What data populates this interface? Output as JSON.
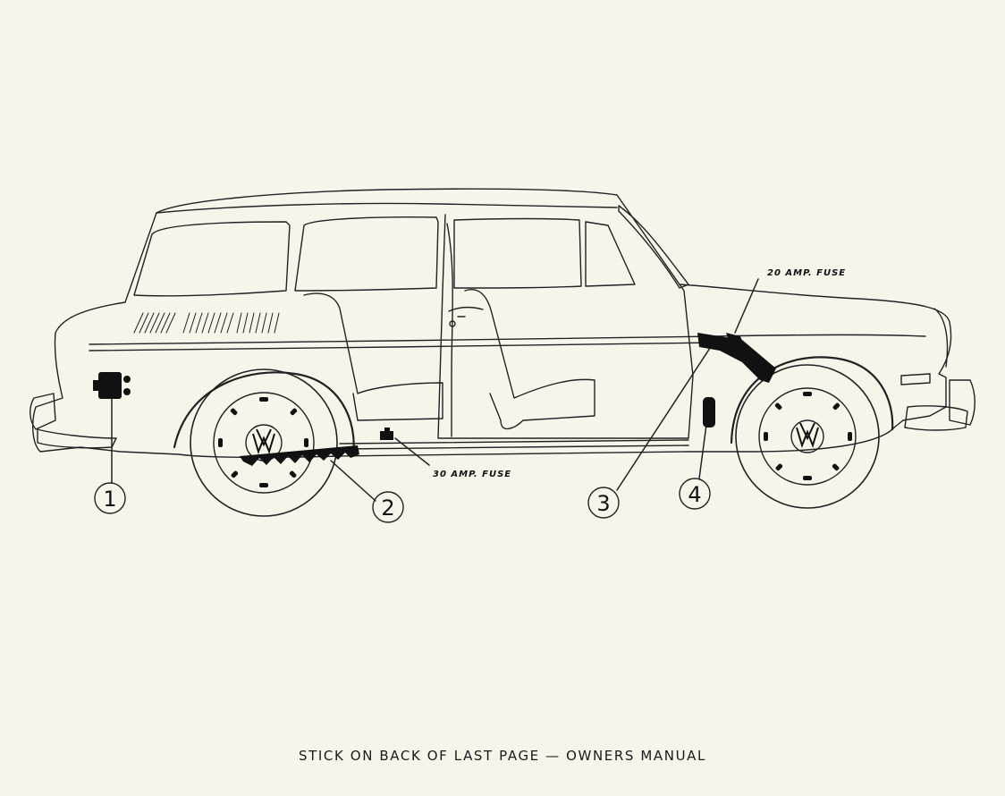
{
  "diagram": {
    "fuse_labels": {
      "fuse_20": "20 AMP. FUSE",
      "fuse_30": "30 AMP. FUSE"
    },
    "callouts": [
      "1",
      "2",
      "3",
      "4"
    ],
    "caption": "STICK ON BACK OF LAST PAGE — OWNERS MANUAL",
    "colors": {
      "paper": "#f7f4ea",
      "ink": "#111111"
    }
  }
}
